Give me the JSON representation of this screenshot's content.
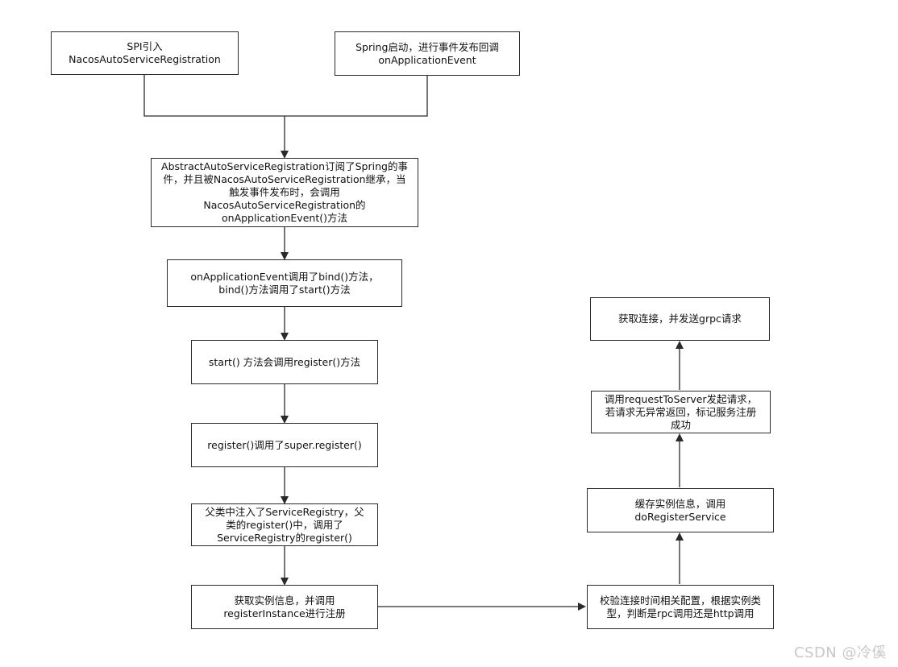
{
  "diagram": {
    "nodes": {
      "spi": "SPI引入\nNacosAutoServiceRegistration",
      "spring_start": "Spring启动，进行事件发布回调\nonApplicationEvent",
      "abstract_subscribe": "AbstractAutoServiceRegistration订阅了Spring的事\n件，并且被NacosAutoServiceRegistration继承，当\n触发事件发布时，会调用\nNacosAutoServiceRegistration的\nonApplicationEvent()方法",
      "on_event_bind": "onApplicationEvent调用了bind()方法，\nbind()方法调用了start()方法",
      "start_register": "start() 方法会调用register()方法",
      "register_super": "register()调用了super.register()",
      "parent_registry": "父类中注入了ServiceRegistry，父\n类的register()中，调用了\nServiceRegistry的register()",
      "get_instance": "获取实例信息，并调用\nregisterInstance进行注册",
      "check_config": "校验连接时间相关配置，根据实例类\n型，判断是rpc调用还是http调用",
      "cache_instance": "缓存实例信息，调用\ndoRegisterService",
      "request_server": "调用requestToServer发起请求，\n若请求无异常返回，标记服务注册\n成功",
      "get_connection": "获取连接，并发送grpc请求"
    }
  },
  "watermark": "CSDN @冷傒"
}
